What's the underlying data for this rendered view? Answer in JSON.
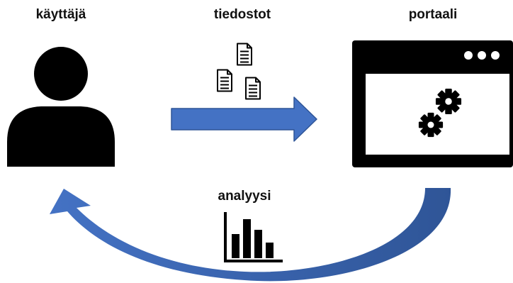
{
  "labels": {
    "user": "käyttäjä",
    "files": "tiedostot",
    "portal": "portaali",
    "analysis": "analyysi"
  },
  "icons": {
    "user": "user-silhouette-icon",
    "files": "document-stack-icon",
    "portal": "browser-window-icon",
    "gears": "gears-icon",
    "window_dots": "ellipsis-icon",
    "analysis": "bar-chart-icon"
  },
  "colors": {
    "arrow_blue": "#4472C4",
    "arrow_blue_dark": "#2F5597",
    "ink": "#000000",
    "paper": "#ffffff"
  }
}
